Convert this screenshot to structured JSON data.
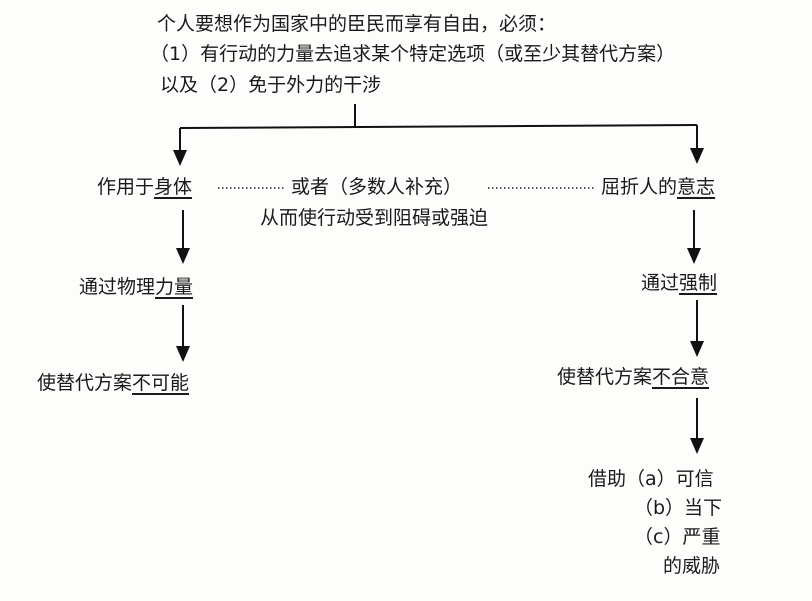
{
  "header": {
    "line1": "个人要想作为国家中的臣民而享有自由，必须：",
    "line2": "（1）有行动的力量去追求某个特定选项（或至少其替代方案）",
    "line3": "以及（2）免于外力的干涉"
  },
  "left_branch": {
    "node1_prefix": "作用于",
    "node1_emph": "身体",
    "node2_prefix": "通过物理",
    "node2_emph": "力量",
    "node3_prefix": "使替代方案",
    "node3_emph": "不可能"
  },
  "middle": {
    "connector": "或者（多数人补充）",
    "result": "从而使行动受到阻碍或强迫"
  },
  "right_branch": {
    "node1_prefix": "屈折人的",
    "node1_emph": "意志",
    "node2_prefix": "通过",
    "node2_emph": "强制",
    "node3_prefix": "使替代方案",
    "node3_emph": "不合意",
    "node4_line1": "借助（a）可信",
    "node4_line2": "（b）当下",
    "node4_line3": "（c）严重",
    "node4_line4": "的威胁"
  }
}
